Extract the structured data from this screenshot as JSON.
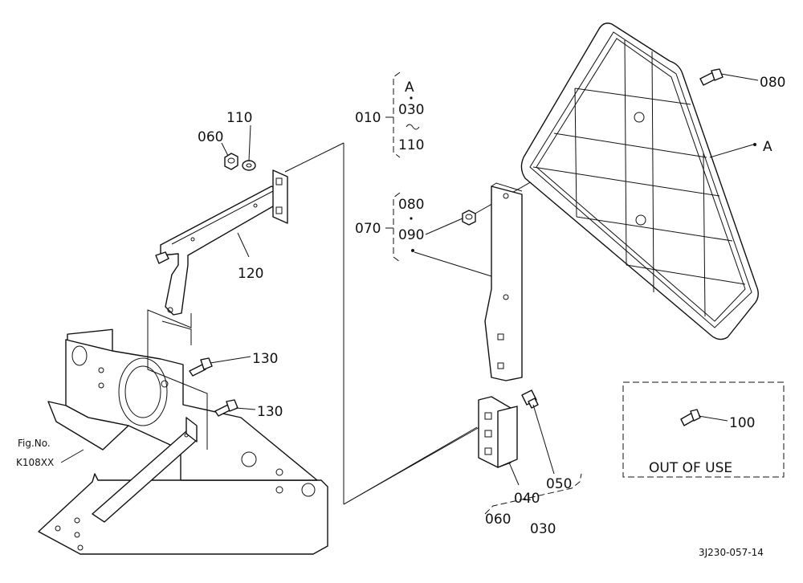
{
  "labels": {
    "p010": "010",
    "p030_top": "030",
    "p110_top": "110",
    "pA_top": "A",
    "p070": "070",
    "p080_grp": "080",
    "p090": "090",
    "p080": "080",
    "pA": "A",
    "p110": "110",
    "p060": "060",
    "p120": "120",
    "p130a": "130",
    "p130b": "130",
    "p100": "100",
    "p040": "040",
    "p050": "050",
    "p060_bottom": "060",
    "p030_bottom": "030",
    "fig_no_1": "Fig.No.",
    "fig_no_2": "K108XX",
    "out_of_use": "OUT OF USE",
    "drawing_code": "3J230-057-14"
  }
}
